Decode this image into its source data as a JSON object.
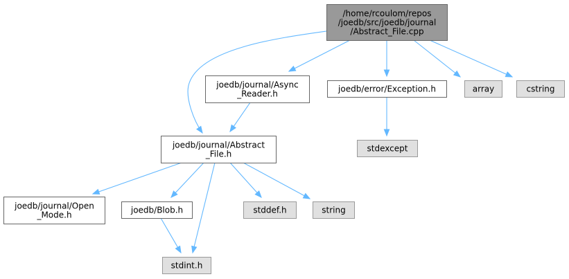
{
  "graph": {
    "edge_color": "#63b8ff",
    "nodes": {
      "root": {
        "lines": [
          "/home/rcoulom/repos",
          "/joedb/src/joedb/journal",
          "/Abstract_File.cpp"
        ],
        "kind": "root",
        "fill": "#999999"
      },
      "async_reader": {
        "lines": [
          "joedb/journal/Async",
          "_Reader.h"
        ],
        "kind": "documented",
        "fill": "#ffffff"
      },
      "abstract_file_h": {
        "lines": [
          "joedb/journal/Abstract",
          "_File.h"
        ],
        "kind": "documented",
        "fill": "#ffffff"
      },
      "exception_h": {
        "lines": [
          "joedb/error/Exception.h"
        ],
        "kind": "documented",
        "fill": "#ffffff"
      },
      "array": {
        "lines": [
          "array"
        ],
        "kind": "external",
        "fill": "#e0e0e0"
      },
      "cstring": {
        "lines": [
          "cstring"
        ],
        "kind": "external",
        "fill": "#e0e0e0"
      },
      "stdexcept": {
        "lines": [
          "stdexcept"
        ],
        "kind": "external",
        "fill": "#e0e0e0"
      },
      "open_mode": {
        "lines": [
          "joedb/journal/Open",
          "_Mode.h"
        ],
        "kind": "documented",
        "fill": "#ffffff"
      },
      "blob_h": {
        "lines": [
          "joedb/Blob.h"
        ],
        "kind": "documented",
        "fill": "#ffffff"
      },
      "stddef": {
        "lines": [
          "stddef.h"
        ],
        "kind": "external",
        "fill": "#e0e0e0"
      },
      "string": {
        "lines": [
          "string"
        ],
        "kind": "external",
        "fill": "#e0e0e0"
      },
      "stdint": {
        "lines": [
          "stdint.h"
        ],
        "kind": "external",
        "fill": "#e0e0e0"
      }
    },
    "edges": [
      [
        "root",
        "abstract_file_h"
      ],
      [
        "root",
        "async_reader"
      ],
      [
        "root",
        "exception_h"
      ],
      [
        "root",
        "array"
      ],
      [
        "root",
        "cstring"
      ],
      [
        "async_reader",
        "abstract_file_h"
      ],
      [
        "exception_h",
        "stdexcept"
      ],
      [
        "abstract_file_h",
        "open_mode"
      ],
      [
        "abstract_file_h",
        "blob_h"
      ],
      [
        "abstract_file_h",
        "stdint"
      ],
      [
        "abstract_file_h",
        "stddef"
      ],
      [
        "abstract_file_h",
        "string"
      ],
      [
        "blob_h",
        "stdint"
      ]
    ]
  }
}
